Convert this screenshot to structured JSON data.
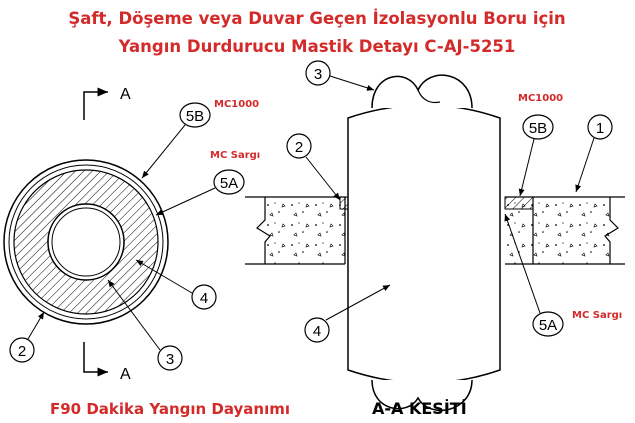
{
  "title": {
    "line1": "Şaft, Döşeme veya Duvar Geçen İzolasyonlu Boru için",
    "line2": "Yangın Durdurucu Mastik Detayı C-AJ-5251"
  },
  "colors": {
    "accent": "#d42a2a",
    "ink": "#000000"
  },
  "plan_view": {
    "section_arrow_label_top": "A",
    "section_arrow_label_bottom": "A",
    "callouts": [
      "5B",
      "5A",
      "4",
      "3",
      "2"
    ],
    "notes": {
      "mc1000": "MC1000",
      "mc_sargi": "MC Sargı"
    }
  },
  "section_view": {
    "callouts": [
      "3",
      "2",
      "5B",
      "1",
      "4",
      "5A"
    ],
    "notes": {
      "mc1000": "MC1000",
      "mc_sargi": "MC Sargı"
    }
  },
  "footer": {
    "rating": "F90 Dakika Yangın Dayanımı",
    "section_title": "A-A KESİTİ"
  }
}
